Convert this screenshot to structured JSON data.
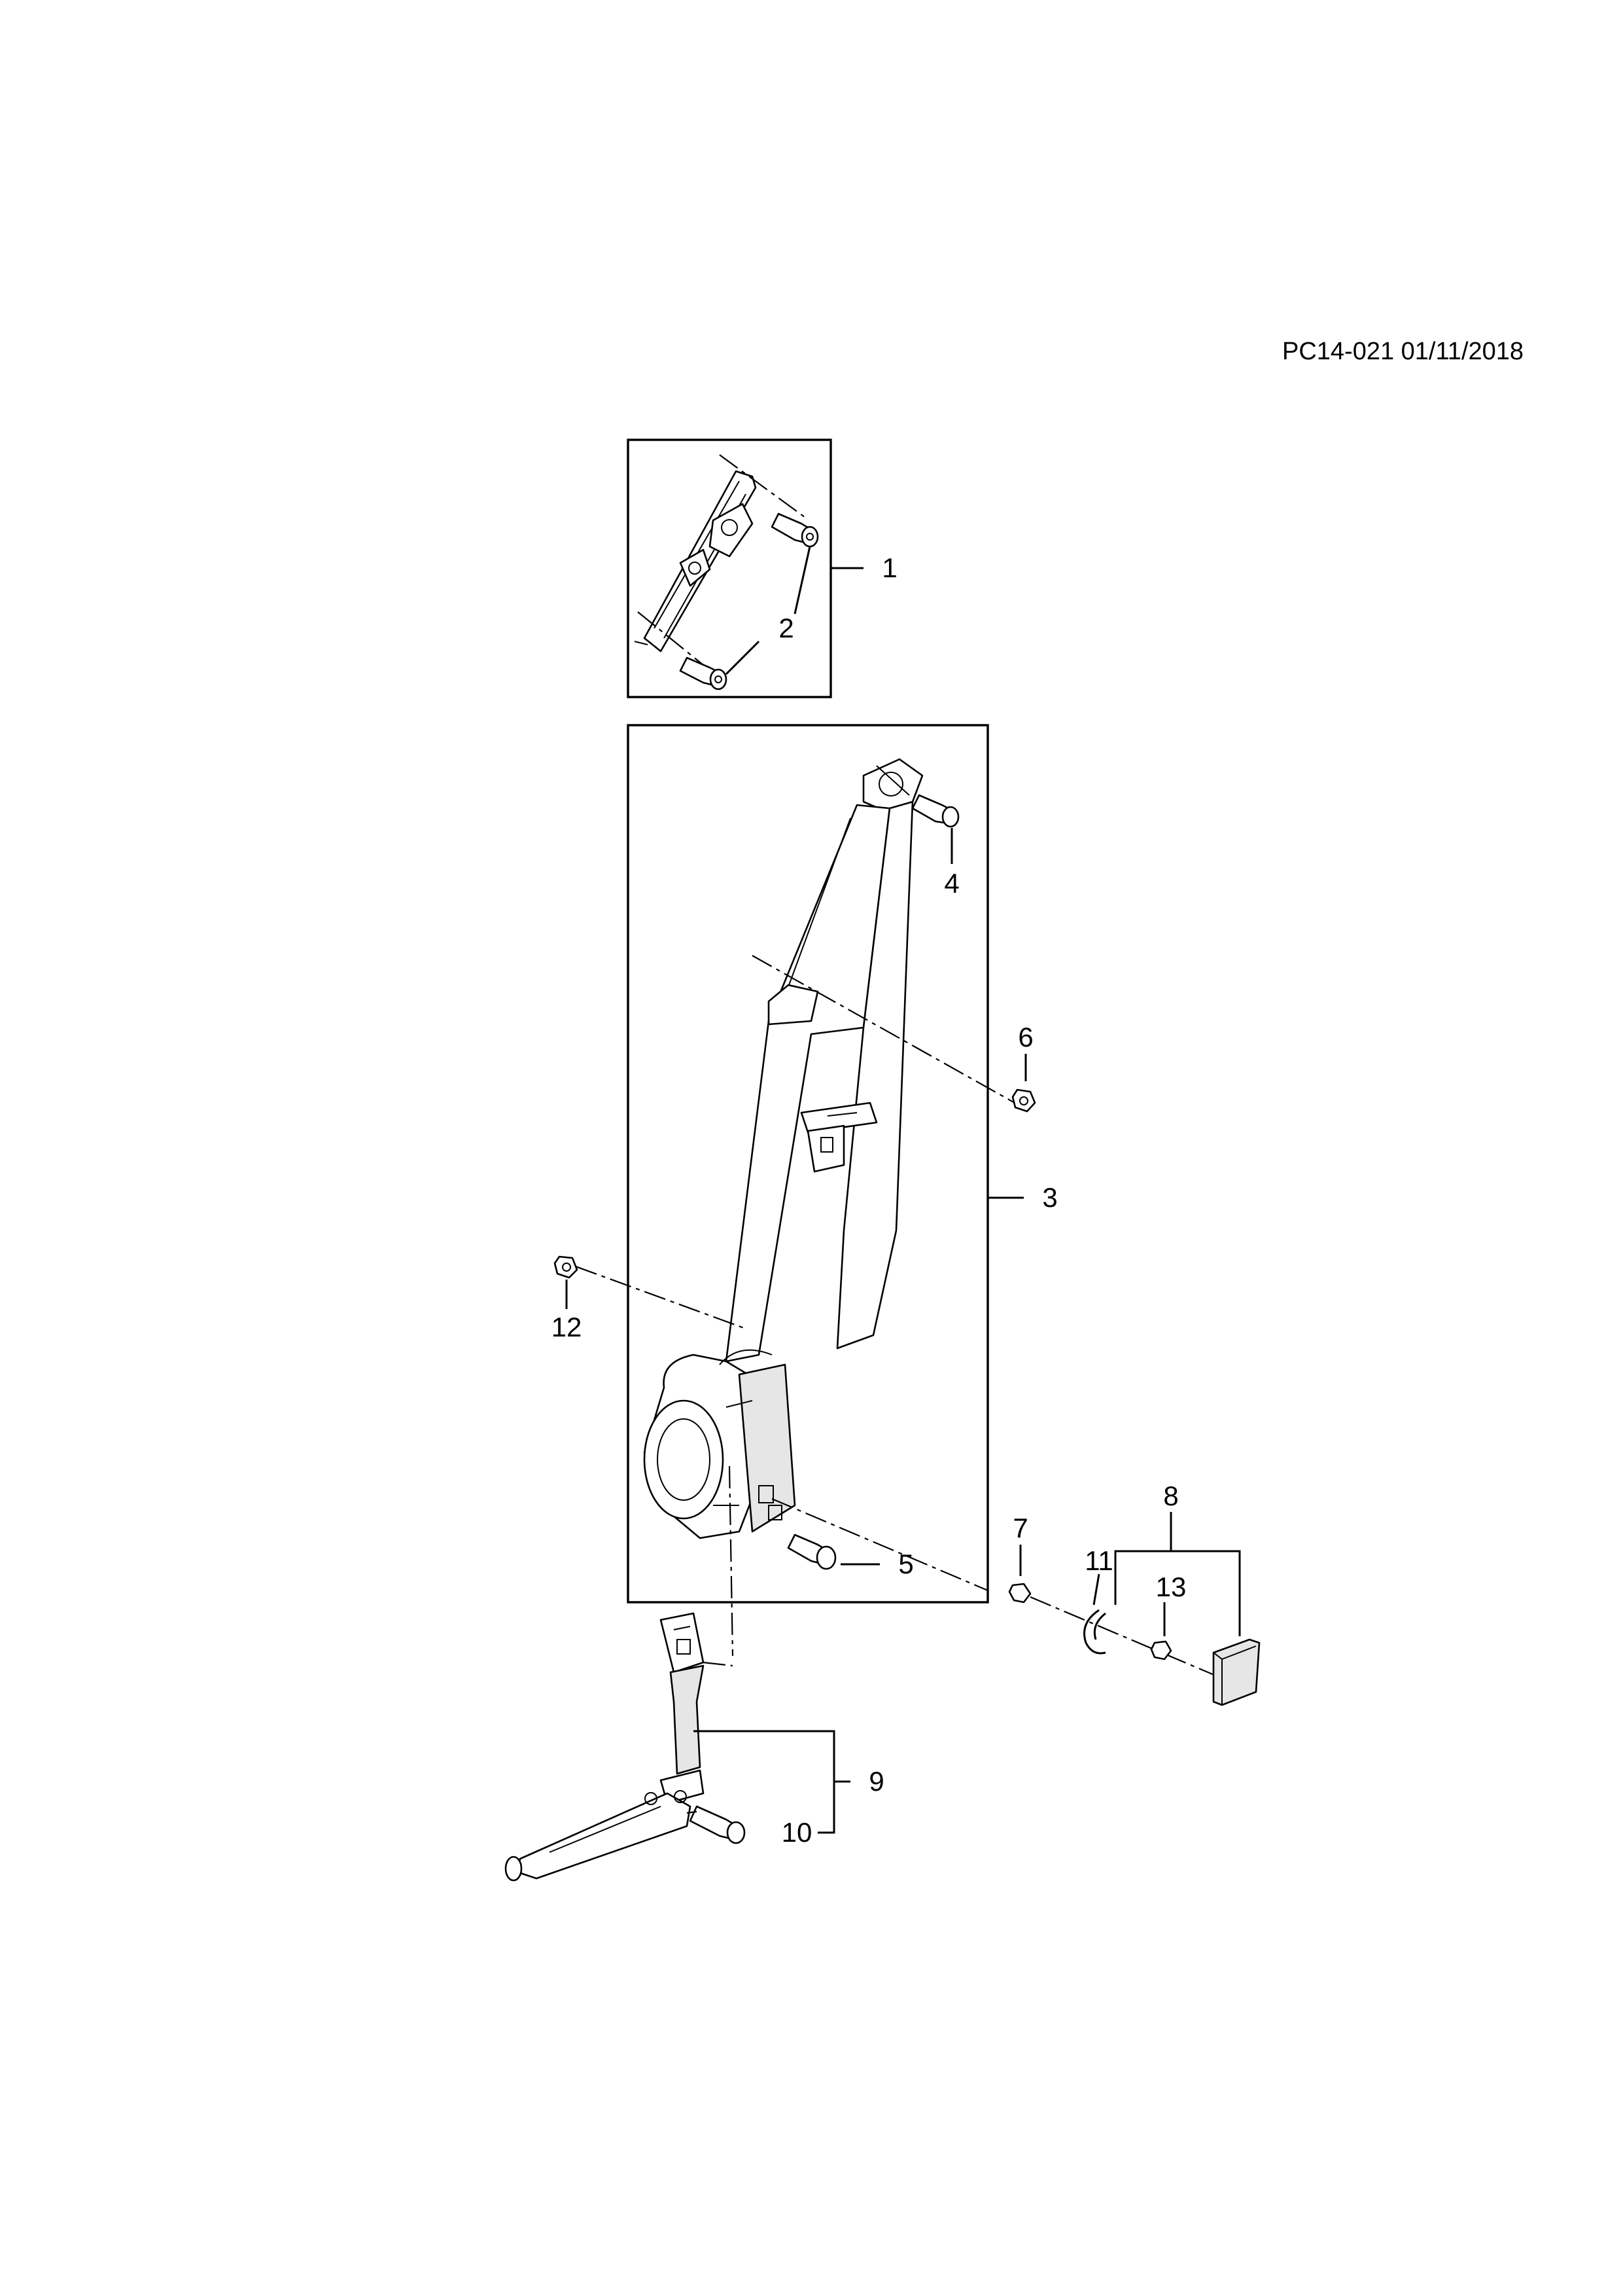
{
  "reference": "PC14-021 01/11/2018",
  "callouts": [
    "1",
    "2",
    "3",
    "4",
    "5",
    "6",
    "7",
    "8",
    "9",
    "10",
    "11",
    "12",
    "13"
  ],
  "colors": {
    "line": "#000000",
    "background": "#ffffff",
    "part_fill": "#e6e6e6"
  }
}
